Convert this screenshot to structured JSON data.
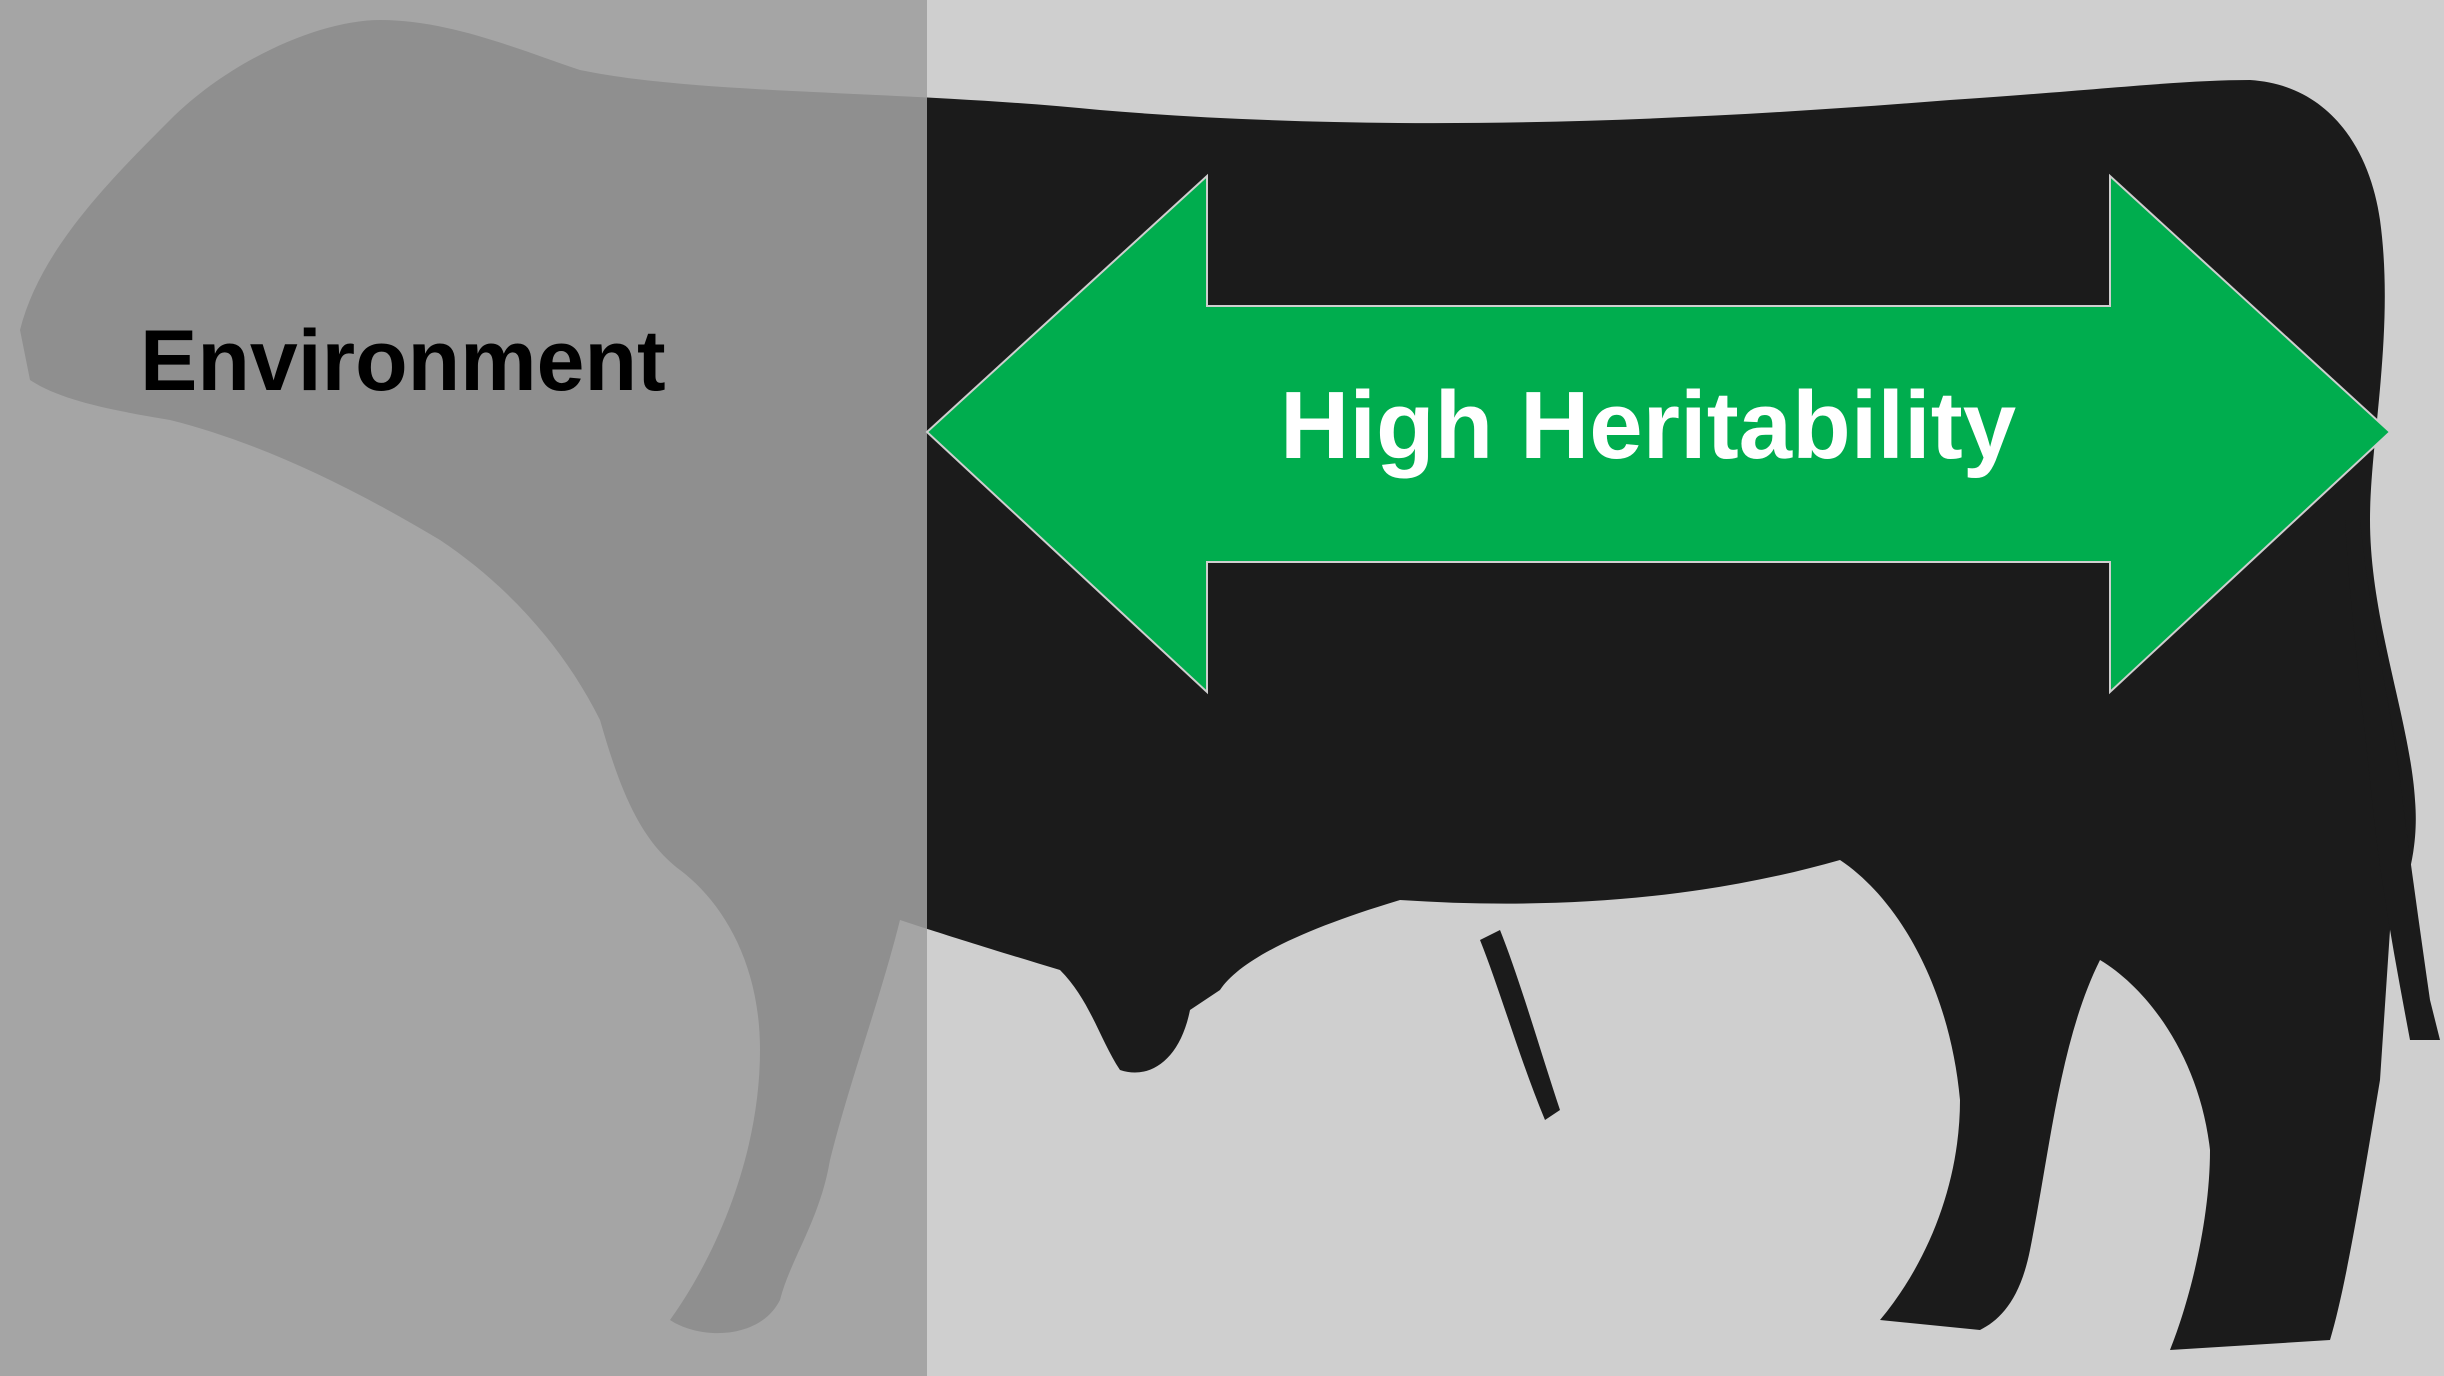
{
  "labels": {
    "environment": "Environment",
    "high_heritability": "High Heritability"
  },
  "colors": {
    "background": "#cfcfcf",
    "bull_body": "#1a1a1a",
    "overlay": "#9a9a9a",
    "arrow": "#00ad4e",
    "environment_text": "#000000",
    "heritability_text": "#ffffff"
  },
  "icons": {
    "bull": "bull-silhouette-image",
    "arrow": "double-headed-arrow"
  }
}
